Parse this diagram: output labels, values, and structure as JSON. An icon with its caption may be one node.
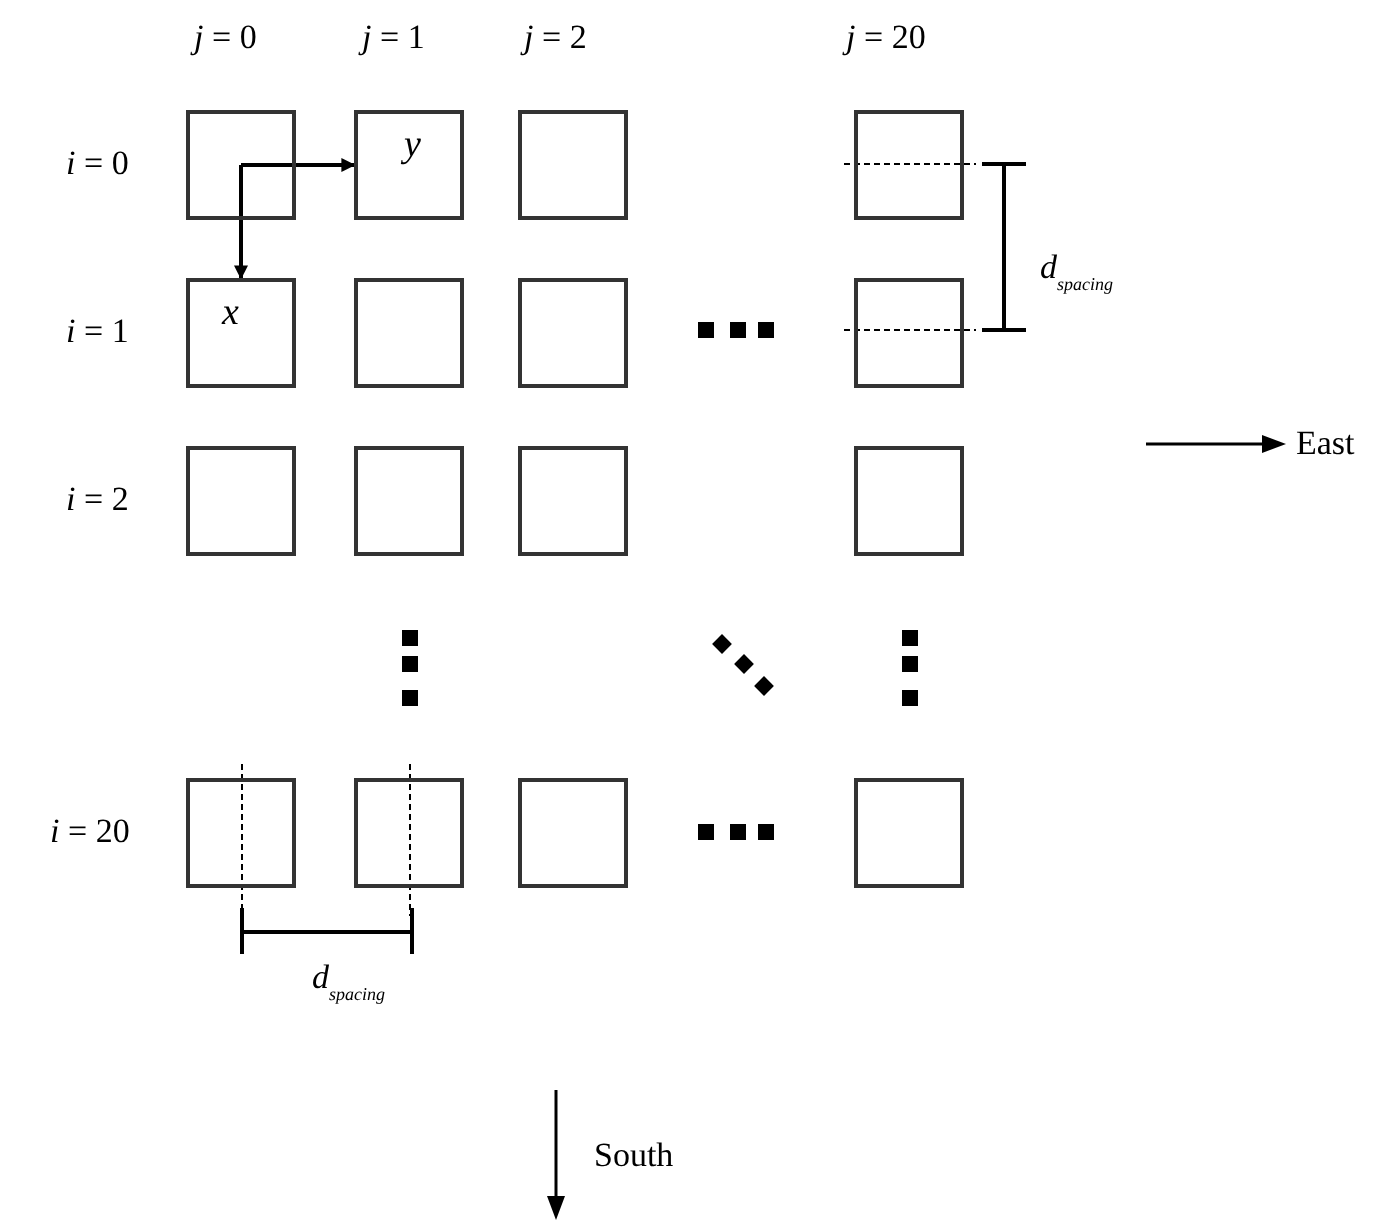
{
  "diagram": {
    "nodes": [
      {
        "text": [],
        "shape": "box"
      },
      {
        "text": [
          "y"
        ]
      },
      {
        "text": [],
        "shape": "box"
      },
      {
        "text": [],
        "shape": "box"
      },
      {
        "text": [
          "x"
        ]
      },
      {
        "text": [],
        "shape": "box"
      },
      {
        "text": [],
        "shape": "box"
      },
      {
        "text": [],
        "shape": "box"
      },
      {
        "text": [],
        "shape": "box"
      },
      {
        "text": [],
        "shape": "box"
      },
      {
        "text": [],
        "shape": "box"
      },
      {
        "text": [],
        "shape": "box"
      },
      {
        "text": [],
        "shape": "box"
      },
      {
        "text": [],
        "shape": "box"
      },
      {
        "text": [],
        "shape": "box"
      },
      {
        "text": [],
        "shape": "box"
      }
    ],
    "edges": [
      {
        "from": 0,
        "to": 1,
        "arrow": "to"
      },
      {
        "from": 0,
        "to": 4,
        "arrow": "to"
      }
    ],
    "labels": [
      "*j* = 0",
      "*j* = 1",
      "*j* = 2",
      "*j* = 20",
      "*i* = 0",
      "*d*$_{spacing}$",
      "*i* = 1",
      "*i* = 2",
      "East",
      "*i* = 20",
      "*d*$_{spacing}$",
      "South"
    ]
  }
}
